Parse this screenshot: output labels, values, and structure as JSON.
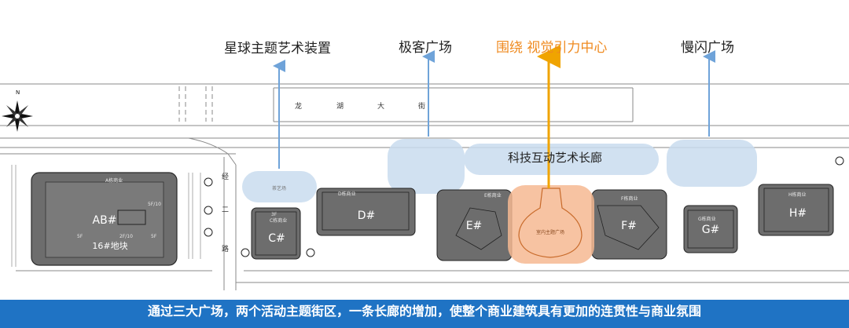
{
  "callouts": [
    {
      "text": "星球主题艺术装置",
      "highlight": false
    },
    {
      "text": "极客广场",
      "highlight": false
    },
    {
      "text": "围绕 视觉引力中心",
      "highlight": true
    },
    {
      "text": "慢闪广场",
      "highlight": false
    }
  ],
  "street_north": [
    "龙",
    "湖",
    "大",
    "街"
  ],
  "street_west": [
    "经",
    "二",
    "路"
  ],
  "corridor_label": "科技互动艺术长廊",
  "blocks": {
    "ab": "AB#",
    "ab_plot": "16#地块",
    "ab_note1": "A栋商业",
    "ab_note2": "5F/10",
    "ab_note3": "2F/10",
    "ab_note4": "5F",
    "c": "C#",
    "c_note": "C栋商业",
    "c_floor": "3F",
    "d": "D#",
    "d_note": "D栋商业",
    "e": "E#",
    "e_note": "E栋商业",
    "f": "F#",
    "f_note": "F栋商业",
    "g": "G#",
    "g_note": "G栋商业",
    "h": "H#",
    "h_note": "H栋商业"
  },
  "plaza_small": "室内主题广场",
  "tea_label": "茶艺场",
  "compass": "N",
  "footer": "通过三大广场，两个活动主题街区，一条长廊的增加，使整个商业建筑具有更加的连贯性与商业氛围",
  "colors": {
    "arrow": "#6fa3d9",
    "highlight": "#ef8a1f",
    "building": "#707070",
    "bubble": "#c9dcef",
    "plaza": "#f6b892",
    "footer": "#1f73c4"
  }
}
